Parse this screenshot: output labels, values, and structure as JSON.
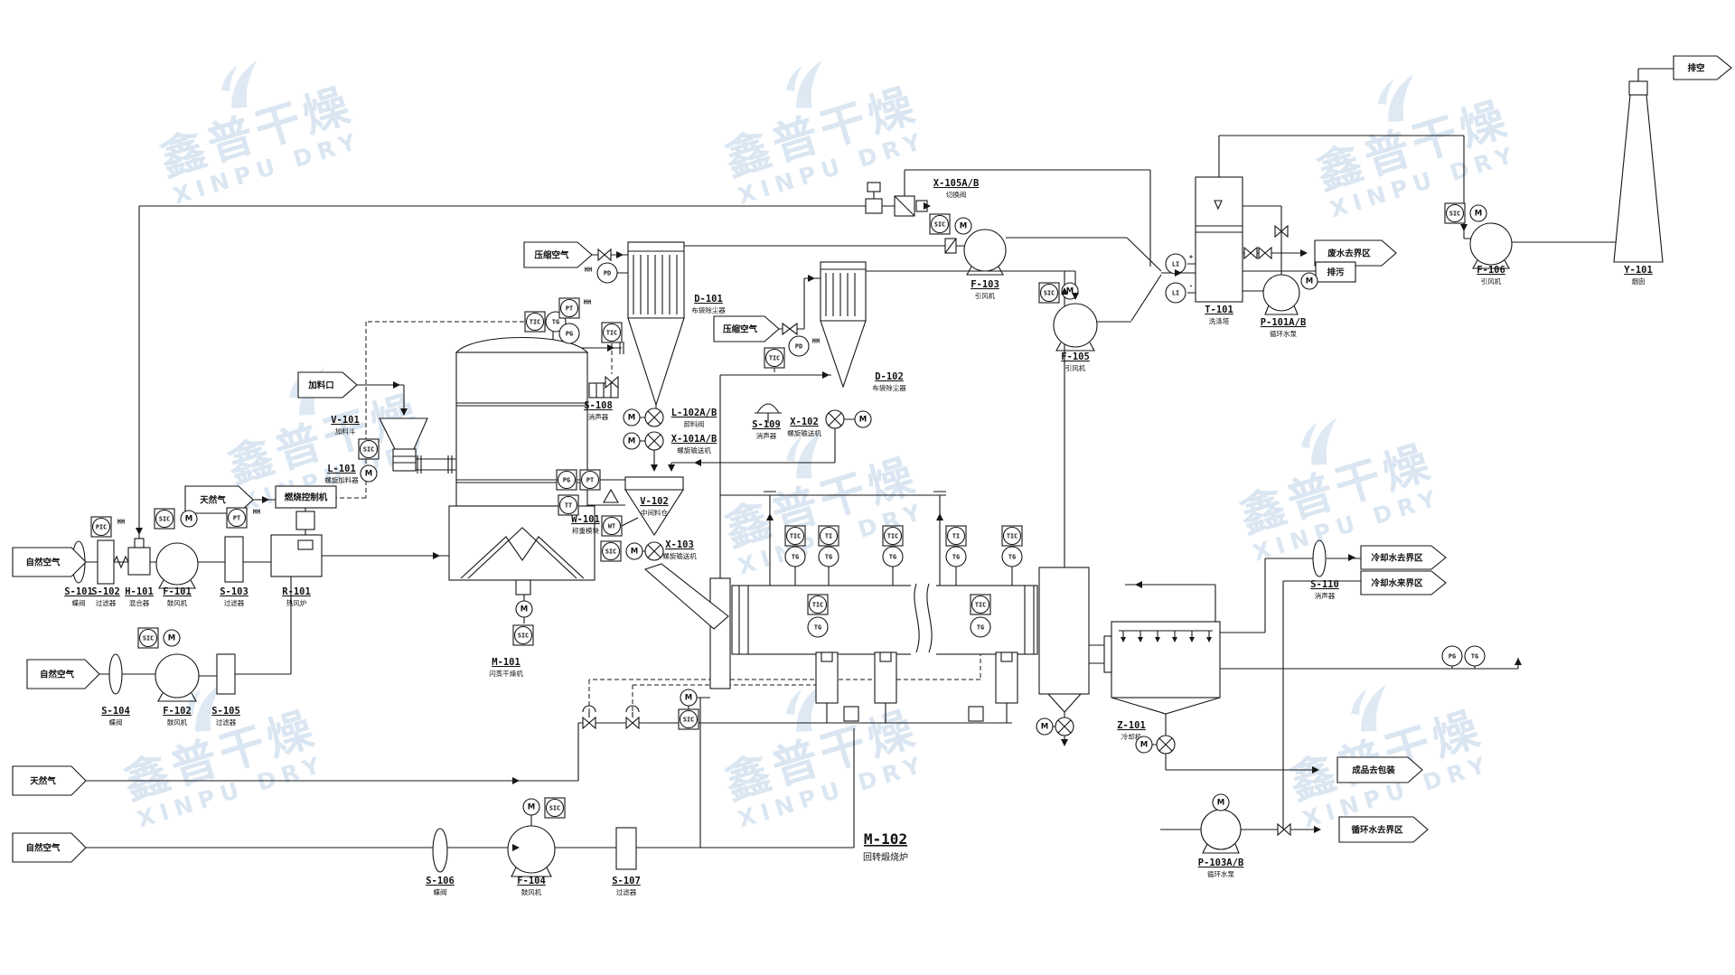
{
  "watermark": {
    "cn": "鑫普干燥",
    "en": "XINPU DRY"
  },
  "flags": {
    "natural_air": "自然空气",
    "natural_gas": "天然气",
    "feed_inlet": "加料口",
    "compressed_air": "压缩空气",
    "waste_water": "废水去界区",
    "vent": "排空",
    "cooling_water_supply": "冷却水去界区",
    "cooling_water_return": "冷却水来界区",
    "product_out": "成品去包装",
    "circ_water": "循环水去界区",
    "blowdown": "排污",
    "burner_control": "燃烧控制机"
  },
  "inst": {
    "pic": "PIC",
    "sic": "SIC",
    "tic": "TIC",
    "ti": "TI",
    "tg": "TG",
    "tt": "TT",
    "pt": "PT",
    "pg": "PG",
    "pd": "PD",
    "li": "LI",
    "wt": "WT",
    "m": "M",
    "hh": "HH",
    "plus": "+",
    "minus": "-"
  },
  "eq": {
    "s101": {
      "tag": "S-101",
      "desc": "蝶阀"
    },
    "s102": {
      "tag": "S-102",
      "desc": "过滤器"
    },
    "h101": {
      "tag": "H-101",
      "desc": "混合器"
    },
    "f101": {
      "tag": "F-101",
      "desc": "鼓风机"
    },
    "s103": {
      "tag": "S-103",
      "desc": "过滤器"
    },
    "r101": {
      "tag": "R-101",
      "desc": "热风炉"
    },
    "s104": {
      "tag": "S-104",
      "desc": "蝶阀"
    },
    "f102": {
      "tag": "F-102",
      "desc": "鼓风机"
    },
    "s105": {
      "tag": "S-105",
      "desc": "过滤器"
    },
    "s106": {
      "tag": "S-106",
      "desc": "蝶阀"
    },
    "f104": {
      "tag": "F-104",
      "desc": "鼓风机"
    },
    "s107": {
      "tag": "S-107",
      "desc": "过滤器"
    },
    "v101": {
      "tag": "V-101",
      "desc": "加料斗"
    },
    "l101": {
      "tag": "L-101",
      "desc": "螺旋加料器"
    },
    "m101": {
      "tag": "M-101",
      "desc": "闪蒸干燥机"
    },
    "d101": {
      "tag": "D-101",
      "desc": "布袋除尘器"
    },
    "s108": {
      "tag": "S-108",
      "desc": "消声器"
    },
    "l102": {
      "tag": "L-102A/B",
      "desc": "卸料阀"
    },
    "x101": {
      "tag": "X-101A/B",
      "desc": "螺旋输送机"
    },
    "d102": {
      "tag": "D-102",
      "desc": "布袋除尘器"
    },
    "s109": {
      "tag": "S-109",
      "desc": "消声器"
    },
    "x102": {
      "tag": "X-102",
      "desc": "螺旋输送机"
    },
    "v102": {
      "tag": "V-102",
      "desc": "中间料仓"
    },
    "w101": {
      "tag": "W-101",
      "desc": "称重模块"
    },
    "x103": {
      "tag": "X-103",
      "desc": "螺旋输送机"
    },
    "m102": {
      "tag": "M-102",
      "desc": "回转煅烧炉"
    },
    "z101": {
      "tag": "Z-101",
      "desc": "冷却机"
    },
    "s110": {
      "tag": "S-110",
      "desc": "消声器"
    },
    "p103": {
      "tag": "P-103A/B",
      "desc": "循环水泵"
    },
    "x105": {
      "tag": "X-105A/B",
      "desc": "切换阀"
    },
    "f103": {
      "tag": "F-103",
      "desc": "引风机"
    },
    "f105": {
      "tag": "F-105",
      "desc": "引风机"
    },
    "t101": {
      "tag": "T-101",
      "desc": "洗涤塔"
    },
    "p101": {
      "tag": "P-101A/B",
      "desc": "循环水泵"
    },
    "f106": {
      "tag": "F-106",
      "desc": "引风机"
    },
    "y101": {
      "tag": "Y-101",
      "desc": "烟囱"
    }
  }
}
